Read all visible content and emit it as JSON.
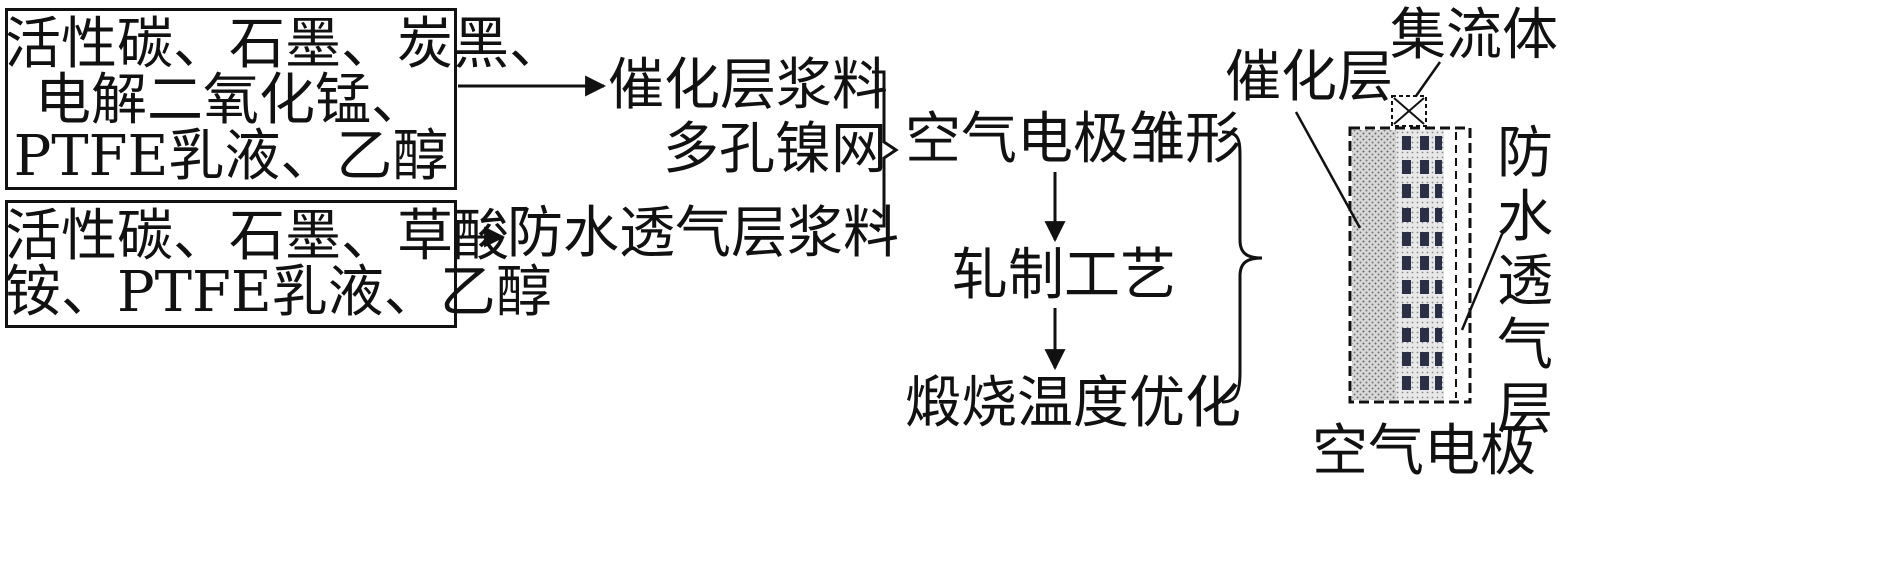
{
  "materials_box_1": {
    "line1": "活性碳、石墨、炭黑、",
    "line2": "电解二氧化锰、",
    "line3": "PTFE乳液、乙醇"
  },
  "materials_box_2": {
    "line1": "活性碳、石墨、草酸",
    "line2": "铵、PTFE乳液、乙醇"
  },
  "slurries": {
    "catalyst_slurry": "催化层浆料",
    "nickel_mesh": "多孔镍网",
    "waterproof_slurry": "防水透气层浆料"
  },
  "process": {
    "prototype": "空气电极雏形",
    "rolling": "轧制工艺",
    "calcination": "煅烧温度优化"
  },
  "electrode": {
    "current_collector": "集流体",
    "catalyst_layer": "催化层",
    "waterproof_layer_chars": [
      "防",
      "水",
      "透",
      "气",
      "层"
    ],
    "caption": "空气电极"
  }
}
